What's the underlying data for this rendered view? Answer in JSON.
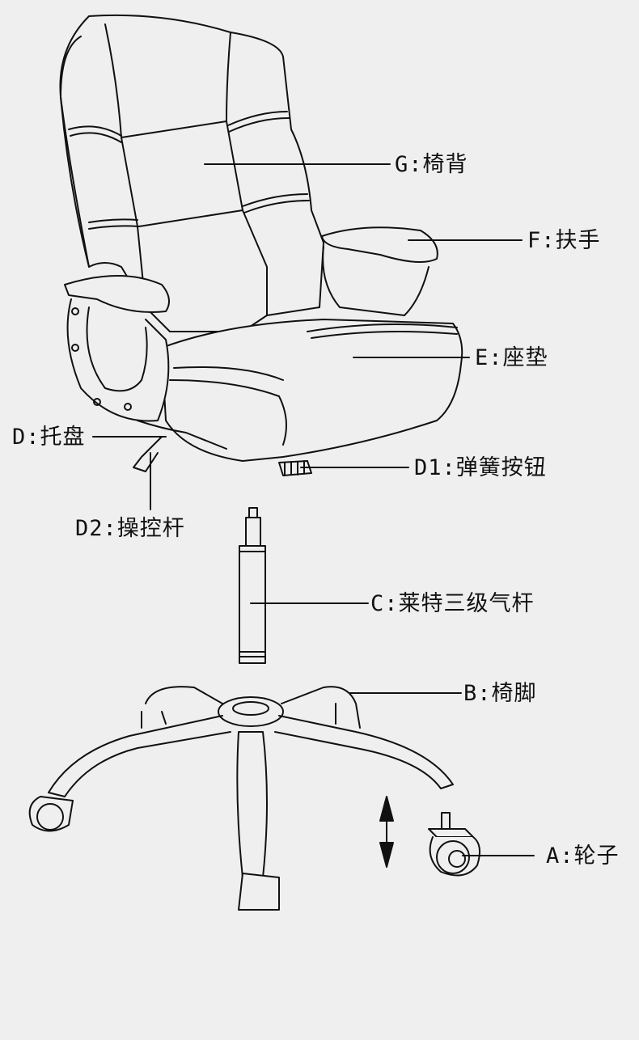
{
  "labels": {
    "G": "G:椅背",
    "F": "F:扶手",
    "E": "E:座垫",
    "D": "D:托盘",
    "D1": "D1:弹簧按钮",
    "D2": "D2:操控杆",
    "C": "C:莱特三级气杆",
    "B": "B:椅脚",
    "A": "A:轮子"
  }
}
